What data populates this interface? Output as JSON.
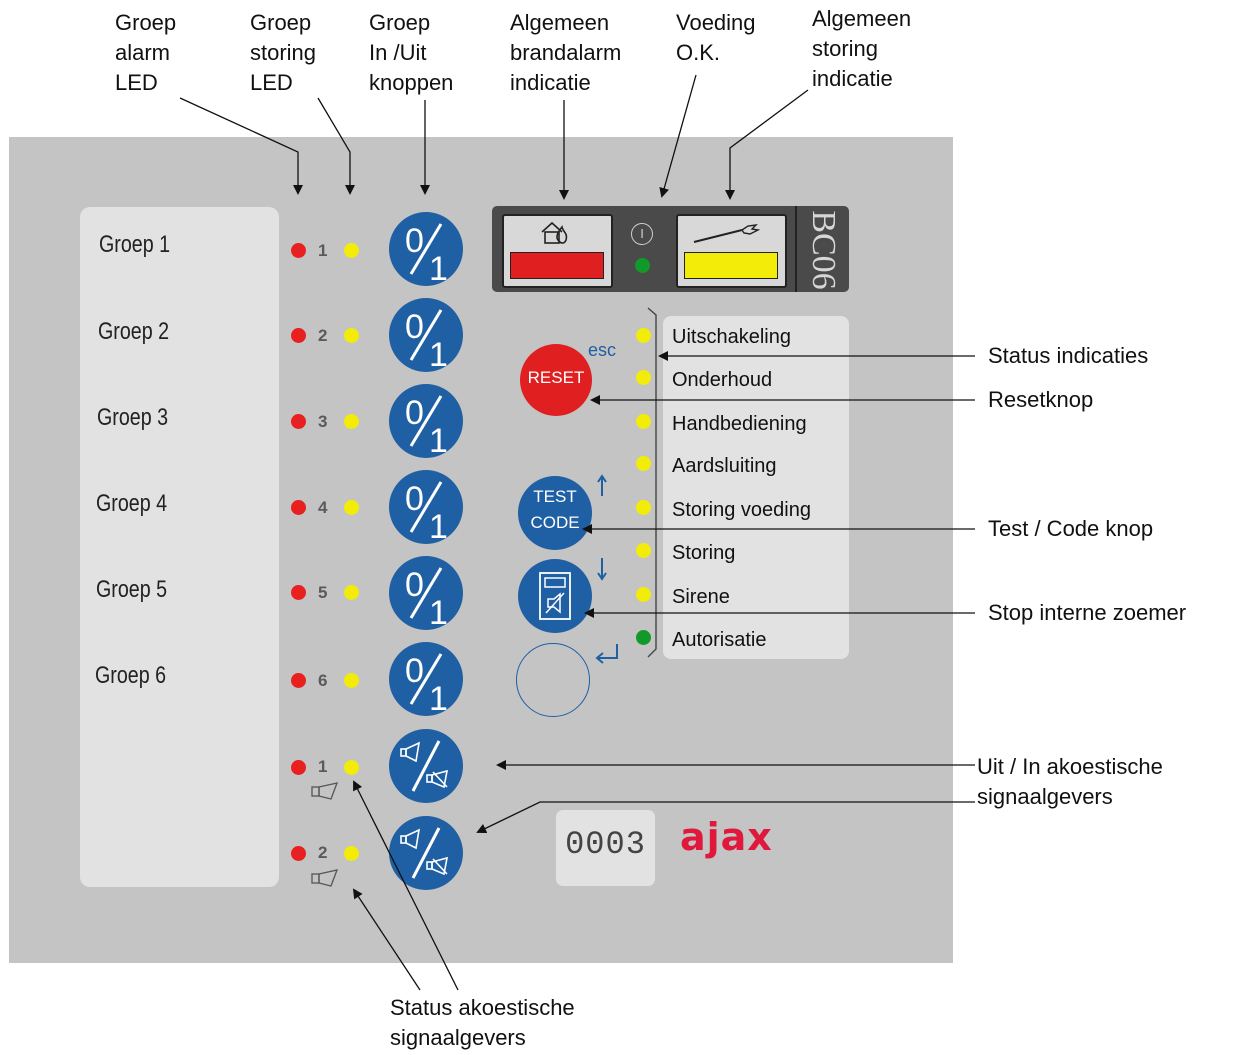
{
  "callouts": {
    "group_alarm_led": "Groep\nalarm\nLED",
    "group_fault_led": "Groep\nstoring\nLED",
    "group_onoff_buttons": "Groep\nIn /Uit\nknoppen",
    "general_fire_alarm": "Algemeen\nbrandalarm\nindicatie",
    "power_ok": "Voeding\nO.K.",
    "general_fault": "Algemeen\nstoring\nindicatie",
    "status_indications": "Status indicaties",
    "reset_button": "Resetknop",
    "test_code_button": "Test / Code knop",
    "stop_buzzer": "Stop interne zoemer",
    "sounders_onoff": "Uit / In akoestische\nsignaalgevers",
    "sounders_status": "Status akoestische\nsignaalgevers"
  },
  "groups": [
    {
      "label": "Groep 1",
      "number": "1"
    },
    {
      "label": "Groep 2",
      "number": "2"
    },
    {
      "label": "Groep 3",
      "number": "3"
    },
    {
      "label": "Groep 4",
      "number": "4"
    },
    {
      "label": "Groep 5",
      "number": "5"
    },
    {
      "label": "Groep 6",
      "number": "6"
    }
  ],
  "sounder_rows": [
    {
      "number": "1"
    },
    {
      "number": "2"
    }
  ],
  "onoff_button": {
    "top": "0",
    "bottom": "1"
  },
  "panel_buttons": {
    "reset": "RESET",
    "esc": "esc",
    "test_line1": "TEST",
    "test_line2": "CODE"
  },
  "model": "BC06",
  "power_symbol": "I",
  "status_list": [
    {
      "label": "Uitschakeling",
      "led": "yellow"
    },
    {
      "label": "Onderhoud",
      "led": "yellow"
    },
    {
      "label": "Handbediening",
      "led": "yellow"
    },
    {
      "label": "Aardsluiting",
      "led": "yellow"
    },
    {
      "label": "Storing voeding",
      "led": "yellow"
    },
    {
      "label": "Storing",
      "led": "yellow"
    },
    {
      "label": "Sirene",
      "led": "yellow"
    },
    {
      "label": "Autorisatie",
      "led": "green"
    }
  ],
  "counter": "0003",
  "brand": "ajax",
  "colors": {
    "panel": "#c4c4c4",
    "button_blue": "#1f5fa3",
    "reset_red": "#e02020",
    "alarm_red": "#e82020",
    "fault_yellow": "#f2ec08",
    "ok_green": "#119a2a",
    "brand_red": "#e0183c"
  }
}
